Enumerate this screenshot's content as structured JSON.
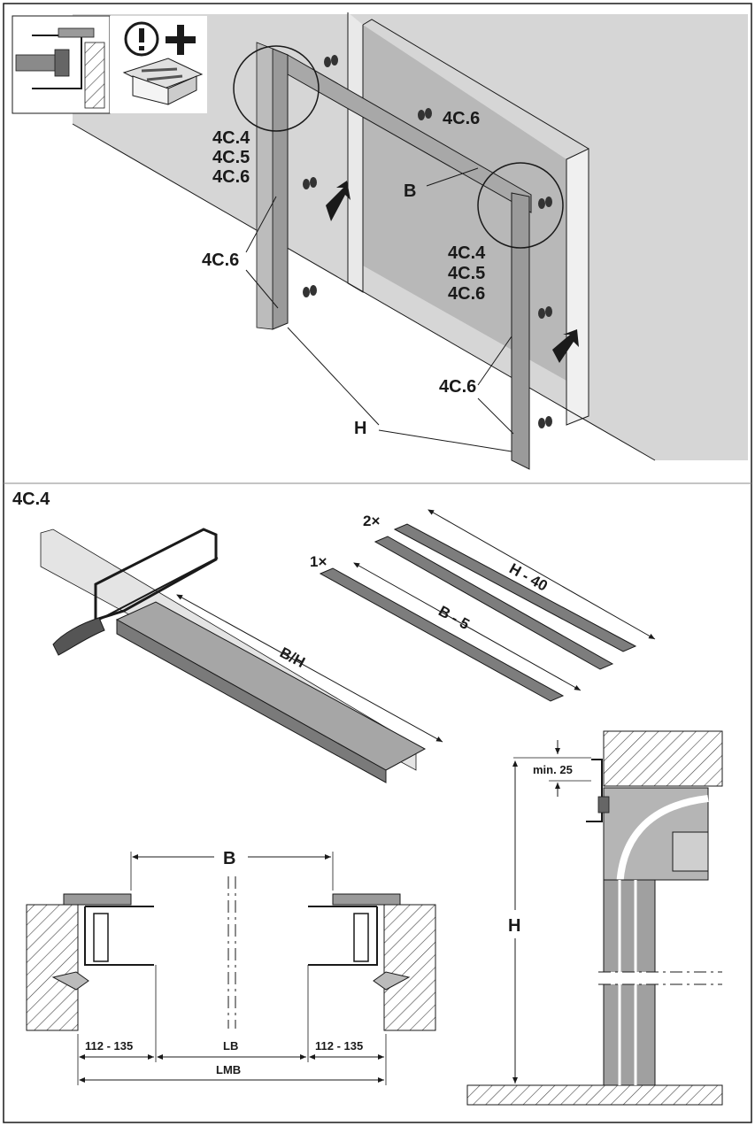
{
  "top_view": {
    "left_refs": [
      "4C.4",
      "4C.5",
      "4C.6"
    ],
    "right_refs": [
      "4C.4",
      "4C.5",
      "4C.6"
    ],
    "beam_ref": "4C.6",
    "left_lower_ref": "4C.6",
    "right_lower_ref": "4C.6",
    "beam_label": "B",
    "height_label": "H",
    "notice_icon": "warning-plus-icon"
  },
  "cut_section": {
    "title": "4C.4",
    "saw_piece_label": "B/H",
    "rail_qty_2": "2×",
    "rail_label_h": "H - 40",
    "rail_qty_1": "1×",
    "rail_label_b": "B - 5"
  },
  "plan_section": {
    "width_label": "B",
    "left_range": "112 - 135",
    "center_label": "LB",
    "right_range": "112 - 135",
    "total_label": "LMB"
  },
  "side_section": {
    "min_label": "min. 25",
    "height_label": "H"
  },
  "colors": {
    "line": "#1a1a1a",
    "wall": "#cfcfcf",
    "profile": "#9a9a9a",
    "rail": "#7d7d7d"
  }
}
